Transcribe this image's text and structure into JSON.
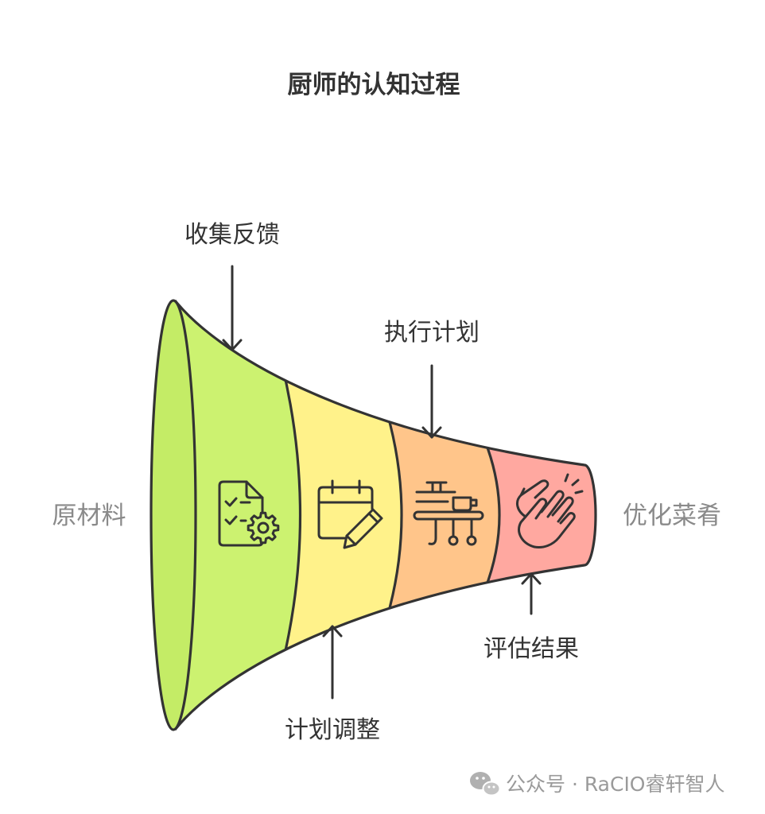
{
  "title": "厨师的认知过程",
  "diagram": {
    "input_label": "原材料",
    "output_label": "优化菜肴",
    "mouth_color": "#c4ec66",
    "stages": [
      {
        "color": "#ccf270",
        "icon": "document-gear-icon"
      },
      {
        "color": "#fff28a",
        "icon": "calendar-pencil-icon"
      },
      {
        "color": "#ffc58a",
        "icon": "kitchen-shelf-icon"
      },
      {
        "color": "#ffa8a0",
        "icon": "clapping-hands-icon"
      }
    ],
    "annotations": [
      {
        "label": "收集反馈",
        "direction": "down"
      },
      {
        "label": "执行计划",
        "direction": "down"
      },
      {
        "label": "计划调整",
        "direction": "up"
      },
      {
        "label": "评估结果",
        "direction": "up"
      }
    ]
  },
  "watermark": {
    "text": "公众号 · RaCIO睿轩智人",
    "icon": "wechat-icon"
  }
}
